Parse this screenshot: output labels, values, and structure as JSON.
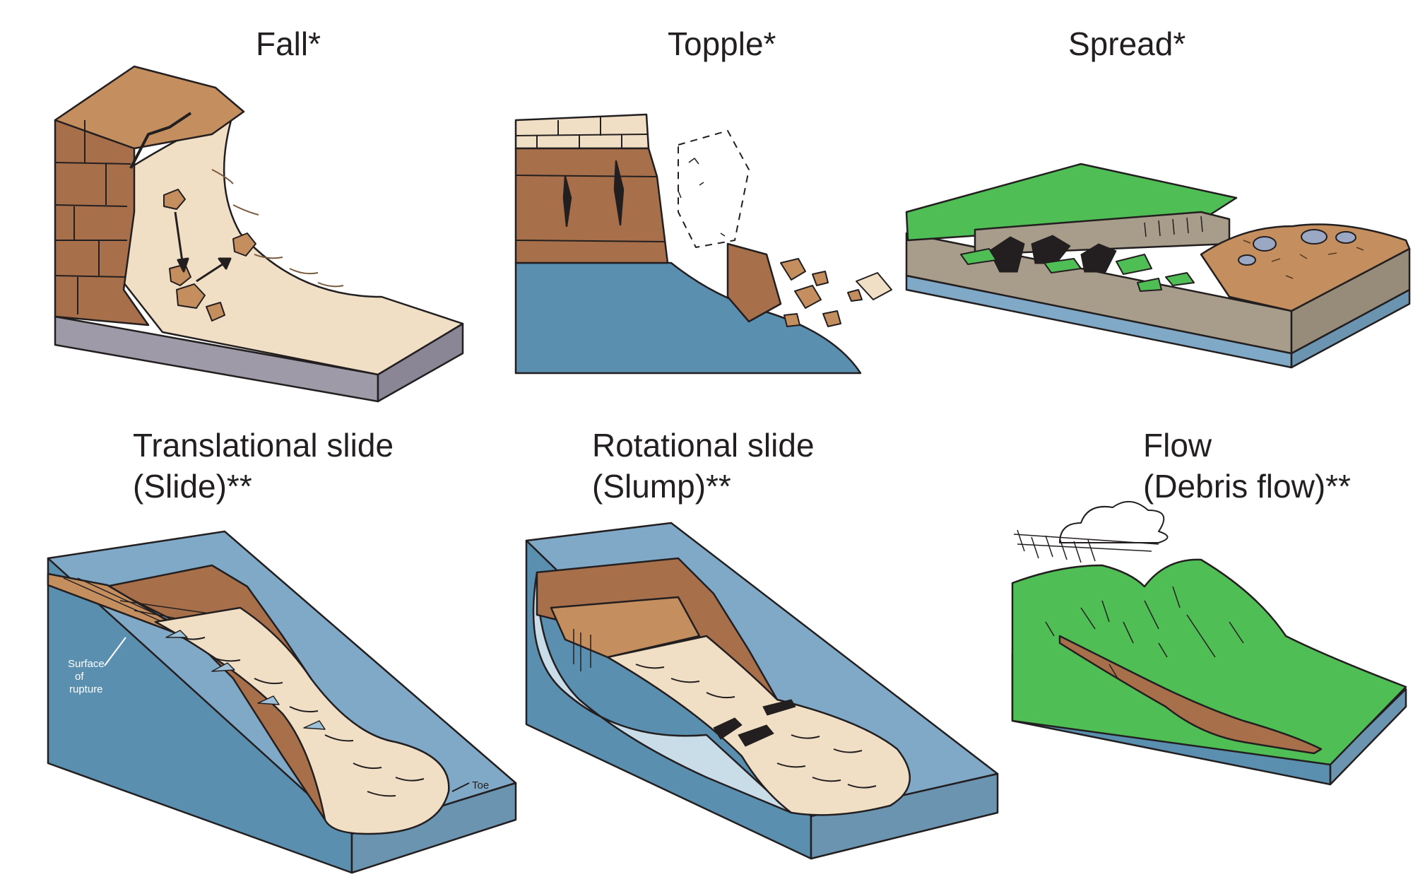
{
  "panels": {
    "fall": {
      "title": "Fall*"
    },
    "topple": {
      "title": "Topple*"
    },
    "spread": {
      "title": "Spread*"
    },
    "translational": {
      "title_line1": "Translational slide",
      "title_line2": "(Slide)**",
      "label_rupture_1": "Surface",
      "label_rupture_2": "of",
      "label_rupture_3": "rupture",
      "label_toe": "Toe"
    },
    "rotational": {
      "title_line1": "Rotational  slide",
      "title_line2": "(Slump)**"
    },
    "flow": {
      "title_line1": "Flow",
      "title_line2": "(Debris flow)**"
    }
  },
  "colors": {
    "rock_brown": "#a8704a",
    "rock_top": "#c48e5e",
    "debris_tan": "#f1dfc5",
    "water_blue": "#5b8fb0",
    "slope_blue": "#7fa9c6",
    "grass_green": "#4fbf55",
    "base_gray": "#9e9aa8",
    "soil_gray": "#a89c8a",
    "ink": "#231f20"
  }
}
